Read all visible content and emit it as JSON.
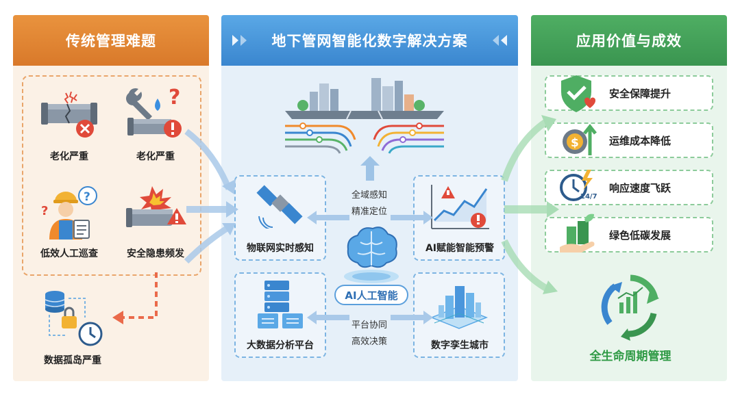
{
  "columns": {
    "left": {
      "title": "传统管理难题"
    },
    "middle": {
      "title": "地下管网智能化数字解决方案"
    },
    "right": {
      "title": "应用价值与成效"
    }
  },
  "problems": [
    {
      "label": "老化严重",
      "icon": "broken-pipe-icon"
    },
    {
      "label": "老化严重",
      "icon": "leaking-pipe-wrench-icon"
    },
    {
      "label": "低效人工巡查",
      "icon": "worker-checklist-icon"
    },
    {
      "label": "安全隐患频发",
      "icon": "pipe-explosion-icon"
    },
    {
      "label": "数据孤岛严重",
      "icon": "database-lock-icon"
    }
  ],
  "solutions": {
    "iot": {
      "label": "物联网实时感知",
      "icon": "satellite-icon"
    },
    "ai_warning": {
      "label": "AI赋能智能预警",
      "icon": "warning-chart-icon"
    },
    "big_data": {
      "label": "大数据分析平台",
      "icon": "server-stack-icon"
    },
    "digital_twin": {
      "label": "数字孪生城市",
      "icon": "city-hologram-icon"
    },
    "ai_core": {
      "label": "AI人工智能",
      "icon": "brain-icon"
    },
    "top_link": {
      "line1": "全域感知",
      "line2": "精准定位"
    },
    "bottom_link": {
      "line1": "平台协同",
      "line2": "高效决策"
    }
  },
  "values": [
    {
      "label": "安全保障提升",
      "icon": "shield-check-icon"
    },
    {
      "label": "运维成本降低",
      "icon": "gear-dollar-icon"
    },
    {
      "label": "响应速度飞跃",
      "icon": "clock-lightning-icon"
    },
    {
      "label": "绿色低碳发展",
      "icon": "green-building-icon"
    }
  ],
  "lifecycle": {
    "label": "全生命周期管理",
    "icon": "cycle-arrows-icon"
  },
  "clock_badge": "24/7",
  "colors": {
    "orange": "#e08a36",
    "blue": "#3a86cf",
    "green": "#3a9550",
    "red": "#e04a3a"
  }
}
